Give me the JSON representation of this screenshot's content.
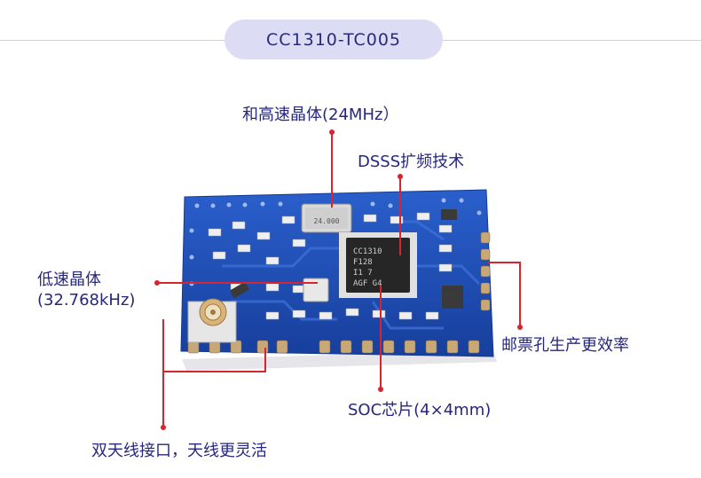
{
  "title": "CC1310-TC005",
  "chip_marking": [
    "CC1310",
    "F128",
    "I1   7",
    "AGF   G4"
  ],
  "crystal_marking": "24.000",
  "labels": {
    "hf_crystal": "和高速晶体(24MHz）",
    "dsss": "DSSS扩频技术",
    "lf_crystal_1": "低速晶体",
    "lf_crystal_2": "(32.768kHz)",
    "stamp_hole": "邮票孔生产更效率",
    "soc": "SOC芯片(4×4mm)",
    "antenna": "双天线接口，天线更灵活"
  },
  "colors": {
    "accent": "#d8242f",
    "pill": "#dcdcf5",
    "label": "#26267f",
    "pcb": "#1f4fb8",
    "pad": "#c9a878"
  }
}
